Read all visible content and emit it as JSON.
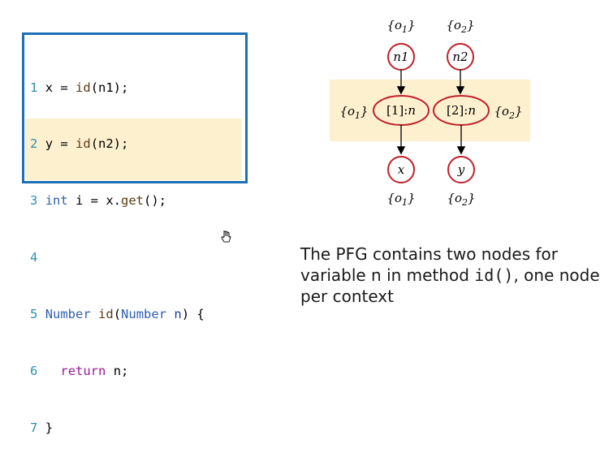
{
  "code": {
    "lines": [
      {
        "num": "1",
        "text": "x = id(n1);"
      },
      {
        "num": "2",
        "text": "y = id(n2);"
      },
      {
        "num": "3",
        "text": "int i = x.get();"
      },
      {
        "num": "4",
        "text": ""
      },
      {
        "num": "5",
        "text": "Number id(Number n) {"
      },
      {
        "num": "6",
        "text": "  return n;"
      },
      {
        "num": "7",
        "text": "}"
      }
    ]
  },
  "pfg": {
    "nodes": {
      "n1": "n1",
      "n2": "n2",
      "ctx1_n": "[1]:n",
      "ctx2_n": "[2]:n",
      "x": "x",
      "y": "y"
    },
    "points_to": {
      "n1": "{o1}",
      "n2": "{o2}",
      "ctx1_n": "{o1}",
      "ctx2_n": "{o2}",
      "x": "{o1}",
      "y": "{o2}"
    }
  },
  "caption": {
    "part1": "The PFG contains two nodes for variable n in method ",
    "method": "id()",
    "part2": ", one node per context"
  },
  "colors": {
    "code_border": "#1f6fb5",
    "highlight": "#fdf0cf",
    "node_stroke": "#c0212b"
  },
  "icons": {
    "cursor": "hand-cursor-icon"
  }
}
